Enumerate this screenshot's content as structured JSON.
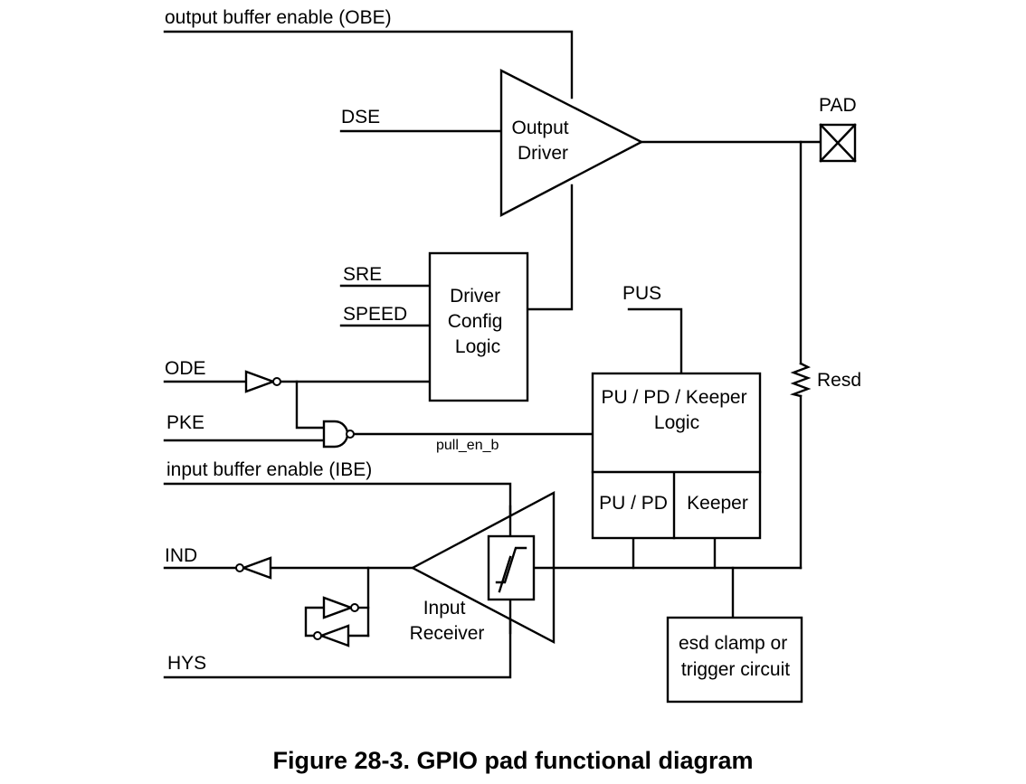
{
  "signals": {
    "obe": "output buffer enable (OBE)",
    "dse": "DSE",
    "sre": "SRE",
    "speed": "SPEED",
    "ode": "ODE",
    "pke": "PKE",
    "ibe": "input buffer enable (IBE)",
    "ind": "IND",
    "hys": "HYS",
    "pus": "PUS",
    "pad": "PAD",
    "resd": "Resd",
    "pull_en_b": "pull_en_b"
  },
  "blocks": {
    "output_driver": [
      "Output",
      "Driver"
    ],
    "driver_config": [
      "Driver",
      "Config",
      "Logic"
    ],
    "pu_pd_keeper_logic": [
      "PU / PD / Keeper",
      "Logic"
    ],
    "pu_pd": "PU / PD",
    "keeper": "Keeper",
    "input_receiver": [
      "Input",
      "Receiver"
    ],
    "esd_clamp": [
      "esd clamp or",
      "trigger circuit"
    ]
  },
  "caption": "Figure 28-3. GPIO pad functional diagram"
}
